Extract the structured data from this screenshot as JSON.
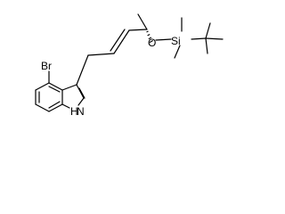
{
  "atoms": {
    "bromine": "Br",
    "oxygen": "O",
    "silicon": "Si",
    "nitrogen_h": "H",
    "nitrogen": "N"
  },
  "colors": {
    "bond": "#000000",
    "background": "#ffffff"
  }
}
